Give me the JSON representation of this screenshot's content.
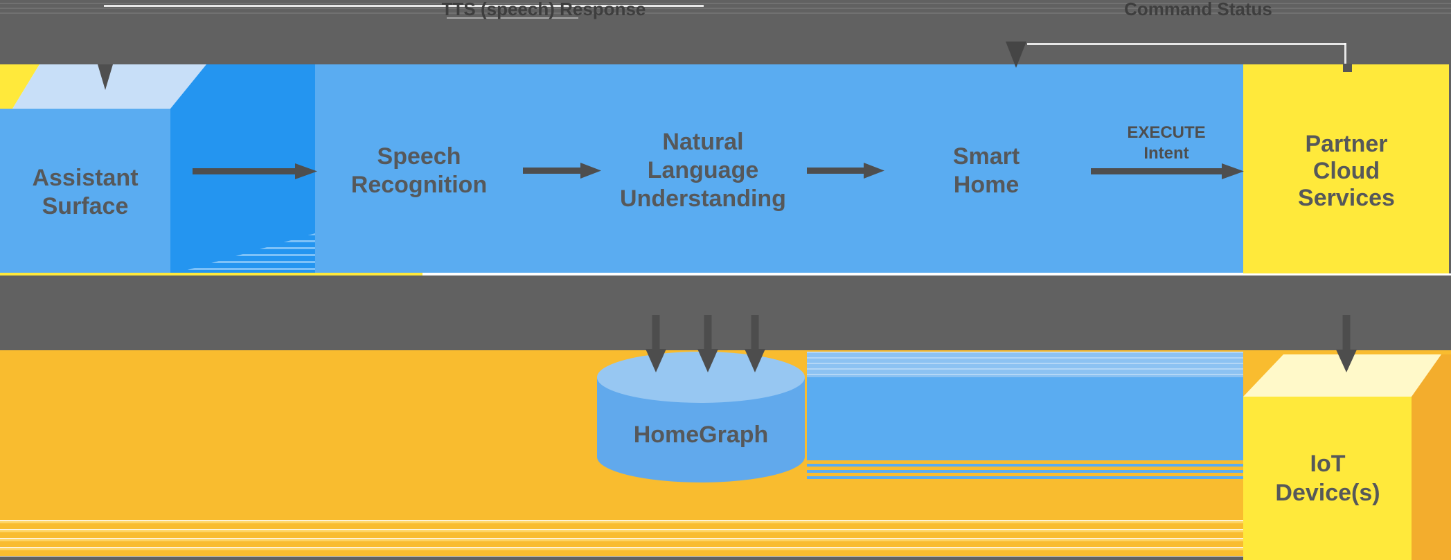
{
  "diagram": {
    "description": "Smart home voice command flow diagram",
    "top_band": {
      "tts_response_label": "TTS (speech) Response",
      "command_status_label": "Command Status"
    },
    "nodes": {
      "assistant_surface": {
        "label": "Assistant\nSurface"
      },
      "speech_recognition": {
        "label": "Speech\nRecognition"
      },
      "natural_language_understanding": {
        "label": "Natural\nLanguage\nUnderstanding"
      },
      "smart_home": {
        "label": "Smart\nHome"
      },
      "partner_cloud_services": {
        "label": "Partner\nCloud\nServices"
      },
      "homegraph": {
        "label": "HomeGraph"
      },
      "iot_devices": {
        "label": "IoT\nDevice(s)"
      }
    },
    "edge_labels": {
      "execute_intent": "EXECUTE\nIntent"
    },
    "palette": {
      "band_gray": "#616161",
      "box_blue": "#5AACF1",
      "deep_blue": "#2495F0",
      "pale_blue_top": "#C8DFF8",
      "cylinder_blue": "#61A9EC",
      "cylinder_top_blue": "#97C7F2",
      "halo_blue": "#8CC2F2",
      "yellow": "#FFE93B",
      "cream_top": "#FFF9C9",
      "amber_background": "#F9BC2F",
      "amber_side": "#F3AD2D",
      "label_gray": "#56585A",
      "band_label_gray": "#3E3E3E",
      "arrow_gray": "#4E4E4E"
    }
  }
}
